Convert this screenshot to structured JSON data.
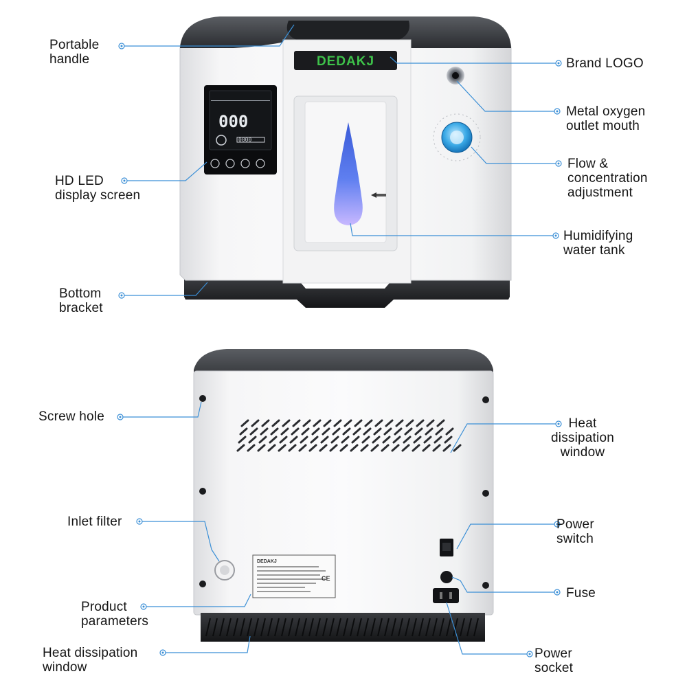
{
  "device": {
    "brand_logo": "DEDAKJ",
    "display_digits": "000",
    "display_small_digits": "0000",
    "rear_sticker_brand": "DEDAKJ",
    "ce_mark": "CE"
  },
  "accent_color": "#3b8fd6",
  "labels": {
    "portable_handle": "Portable\nhandle",
    "hd_led_display": "HD LED\ndisplay screen",
    "bottom_bracket": "Bottom\nbracket",
    "brand_logo": "Brand LOGO",
    "metal_oxygen_outlet": "Metal oxygen\noutlet mouth",
    "flow_adjustment": "Flow &\nconcentration\nadjustment",
    "humidifying_tank": "Humidifying\nwater tank",
    "screw_hole": "Screw hole",
    "heat_window_right": "Heat\ndissipation\nwindow",
    "inlet_filter": "Inlet filter",
    "power_switch": "Power\nswitch",
    "fuse": "Fuse",
    "product_parameters": "Product\nparameters",
    "heat_window_bottom": "Heat dissipation\nwindow",
    "power_socket": "Power\nsocket"
  }
}
